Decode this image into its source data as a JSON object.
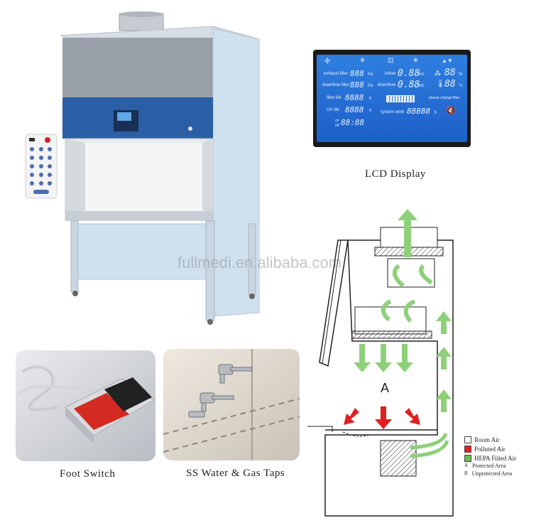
{
  "watermark": "fullmedi.en.alibaba.com",
  "captions": {
    "lcd": "LCD Display",
    "foot_switch": "Foot Switch",
    "taps": "SS Water & Gas Taps"
  },
  "lcd": {
    "exhaust_filter": "exhaust filter",
    "exhaust_value": "888",
    "exhaust_unit": "Pa",
    "downflow_filter": "downflow filter",
    "downflow_value": "888",
    "downflow_unit": "Pa",
    "filter_life": "filter life",
    "filter_life_value": "8888",
    "filter_life_unit": "h",
    "uv_life": "UV life",
    "uv_life_value": "8888",
    "uv_life_unit": "h",
    "on_label": "on",
    "off_label": "off",
    "time_value": "88:88",
    "inflow": "inflow",
    "inflow_value": "0.88",
    "inflow_unit": "m/s",
    "downflow": "downflow",
    "downflow_speed": "0.88",
    "downflow_speed_unit": "m/s",
    "system_work": "system work",
    "system_work_value": "88888",
    "system_work_unit": "h",
    "humidity_value": "88",
    "humidity_unit": "%",
    "temp_value": "88",
    "temp_unit": "°c",
    "change_filter": "please change filter"
  },
  "legend": [
    {
      "label": "Room Air",
      "color": "#ffffff"
    },
    {
      "label": "Polluted Air",
      "color": "#e02020"
    },
    {
      "label": "HEPA Filted Air",
      "color": "#6cc04a"
    }
  ],
  "legend_text": [
    {
      "key": "A",
      "label": "Protected Area"
    },
    {
      "key": "B",
      "label": "Unprotected Area"
    }
  ],
  "diagram_label_a": "A"
}
